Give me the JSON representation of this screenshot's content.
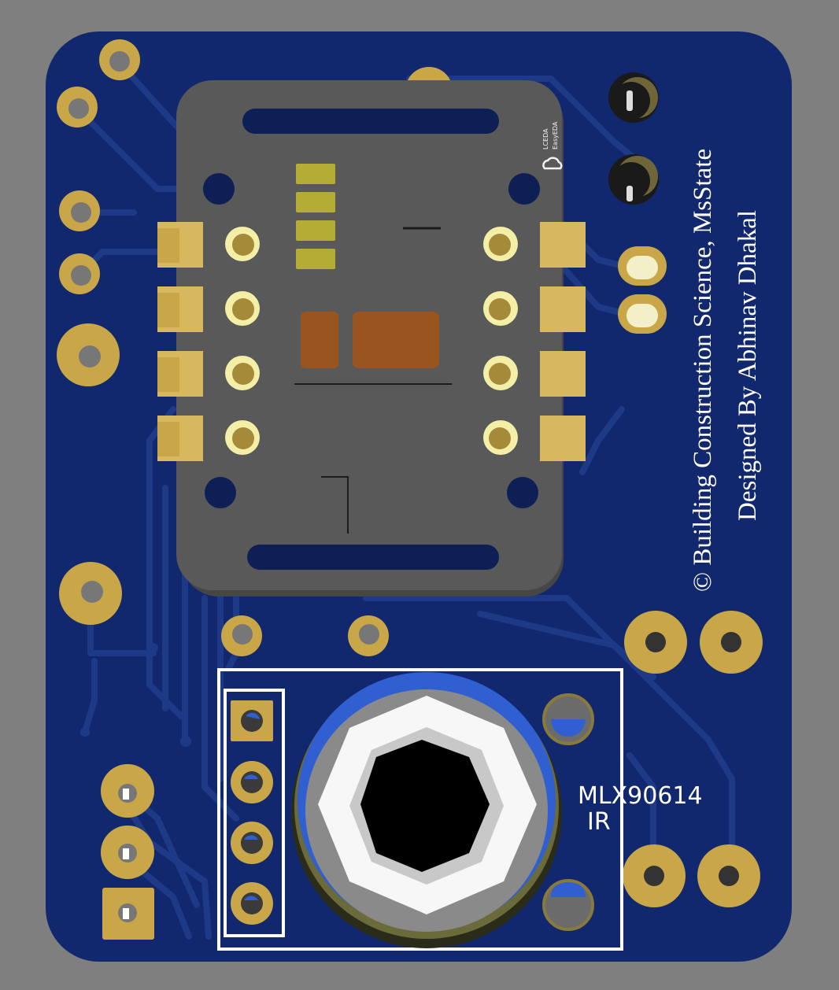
{
  "board": {
    "copyright_line": "© Building Construction Science, MsState",
    "designer_line": "Designed By Abhinav Dhakal",
    "module_logo_line1": "LCEDA",
    "module_logo_line2": "EasyEDA",
    "sensor_label_line1": "MLX90614",
    "sensor_label_line2": "IR"
  },
  "colors": {
    "background": "#7f7f7f",
    "pcb": "#11286e",
    "trace": "#1e3a86",
    "gold": "#c9a748",
    "gold_dark": "#8a6f2e",
    "module_body": "#575757",
    "module_copper": "#9a541f",
    "silkscreen": "#ffffff",
    "sensor_blue": "#2f5fd0"
  },
  "icons": {
    "module_logo": "cloud-icon"
  }
}
